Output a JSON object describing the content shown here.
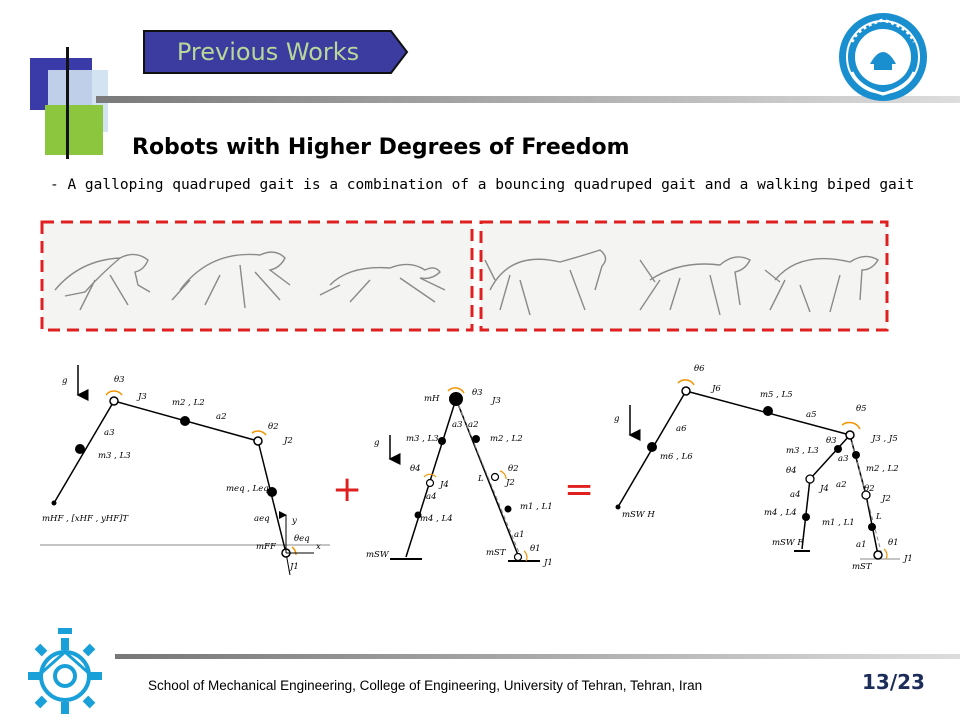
{
  "header": {
    "section_label": "Previous Works",
    "accent_colors": {
      "banner_fill": "#3b3ba0",
      "banner_text": "#b8d89a",
      "blue_square": "#3a3aa8",
      "green_square": "#8cc63e"
    },
    "logo_icon": "university-of-tehran-seal-icon"
  },
  "slide": {
    "title": "Robots with Higher Degrees of Freedom",
    "bullet": "- A galloping quadruped gait is a combination of a bouncing quadruped gait and a walking biped gait"
  },
  "figure": {
    "dashed_box_color": "#e02020",
    "plus_symbol": "+",
    "equals_symbol": "=",
    "left_model": {
      "g": "g",
      "theta3": "θ3",
      "J3": "J3",
      "m2L2": "m2 , L2",
      "a2": "a2",
      "theta2": "θ2",
      "J2": "J2",
      "a3": "a3",
      "m3L3": "m3 , L3",
      "meqLeq": "meq , Leq",
      "aeq": "aeq",
      "mHF": "mHF , [xHF , yHF]T",
      "y": "y",
      "x": "x",
      "thetaeq": "θeq",
      "mFF": "mFF",
      "J1": "J1"
    },
    "middle_model": {
      "g": "g",
      "mH": "mH",
      "theta3": "θ3",
      "J3": "J3",
      "a3": "a3",
      "a2": "a2",
      "m3L3": "m3 , L3",
      "m2L2": "m2 , L2",
      "theta4": "θ4",
      "theta2": "θ2",
      "J4": "J4",
      "J2": "J2",
      "L": "L",
      "a4": "a4",
      "m4L4": "m4 , L4",
      "m1L1": "m1 , L1",
      "a1": "a1",
      "mSW": "mSW",
      "mST": "mST",
      "theta1": "θ1",
      "J1": "J1"
    },
    "right_model": {
      "g": "g",
      "theta6": "θ6",
      "J6": "J6",
      "m5L5": "m5 , L5",
      "a5": "a5",
      "theta5": "θ5",
      "theta3": "θ3",
      "J3J5": "J3 , J5",
      "a6": "a6",
      "m6L6": "m6 , L6",
      "m3L3": "m3 , L3",
      "a3": "a3",
      "theta4": "θ4",
      "m2L2": "m2 , L2",
      "a4": "a4",
      "J4": "J4",
      "a2": "a2",
      "theta2": "θ2",
      "J2": "J2",
      "mSWH": "mSW H",
      "m4L4": "m4 , L4",
      "m1L1": "m1 , L1",
      "L": "L",
      "mSWF": "mSW F",
      "a1": "a1",
      "theta1": "θ1",
      "mST": "mST",
      "J1": "J1"
    }
  },
  "footer": {
    "institution": "School of Mechanical Engineering, College of Engineering, University of Tehran, Tehran, Iran",
    "page_number": "13/23",
    "logo_icon": "engineering-college-gear-logo-icon"
  }
}
